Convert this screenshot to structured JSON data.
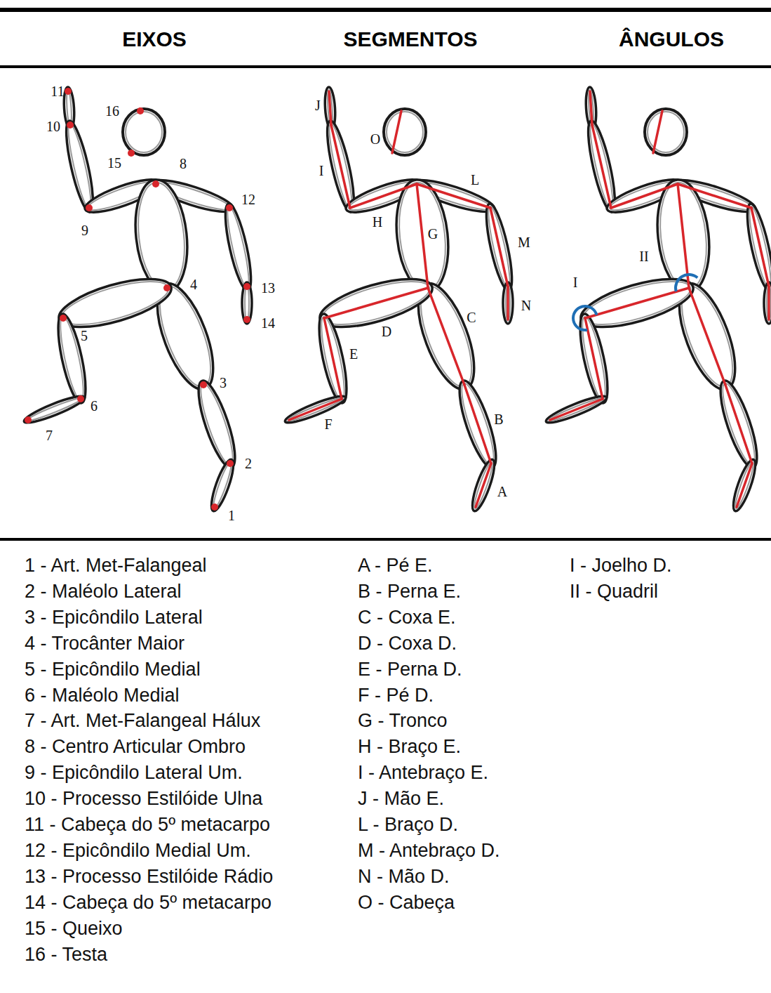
{
  "diagram": {
    "labels": [
      "EIXOS",
      "SEGMENTOS",
      "ÂNGULOS",
      "11",
      "16",
      "10",
      "15",
      "8",
      "9",
      "12",
      "4",
      "13",
      "14",
      "5",
      "3",
      "6",
      "7",
      "2",
      "1",
      "J",
      "O",
      "I",
      "L",
      "H",
      "G",
      "M",
      "N",
      "C",
      "D",
      "E",
      "F",
      "B",
      "A",
      "II",
      "I",
      "1 - Art. Met-Falangeal",
      "2 - Maléolo Lateral",
      "3 - Epicôndilo Lateral",
      "4 - Trocânter Maior",
      "5 - Epicôndilo Medial",
      "6 - Maléolo Medial",
      "7 - Art. Met-Falangeal Hálux",
      "8 - Centro Articular Ombro",
      "9 - Epicôndilo Lateral Um.",
      "10 - Processo Estilóide Ulna",
      "11 - Cabeça do 5º metacarpo",
      "12 - Epicôndilo Medial Um.",
      "13 - Processo Estilóide Rádio",
      "14 - Cabeça do 5º metacarpo",
      "15 - Queixo",
      "16 - Testa",
      "A - Pé E.",
      "B - Perna E.",
      "C - Coxa E.",
      "D - Coxa D.",
      "E - Perna D.",
      "F - Pé D.",
      "G - Tronco",
      "H - Braço E.",
      "I - Antebraço E.",
      "J - Mão E.",
      "L - Braço D.",
      "M - Antebraço D.",
      "N - Mão D.",
      "O - Cabeça",
      "I - Joelho D.",
      "II - Quadril"
    ]
  }
}
